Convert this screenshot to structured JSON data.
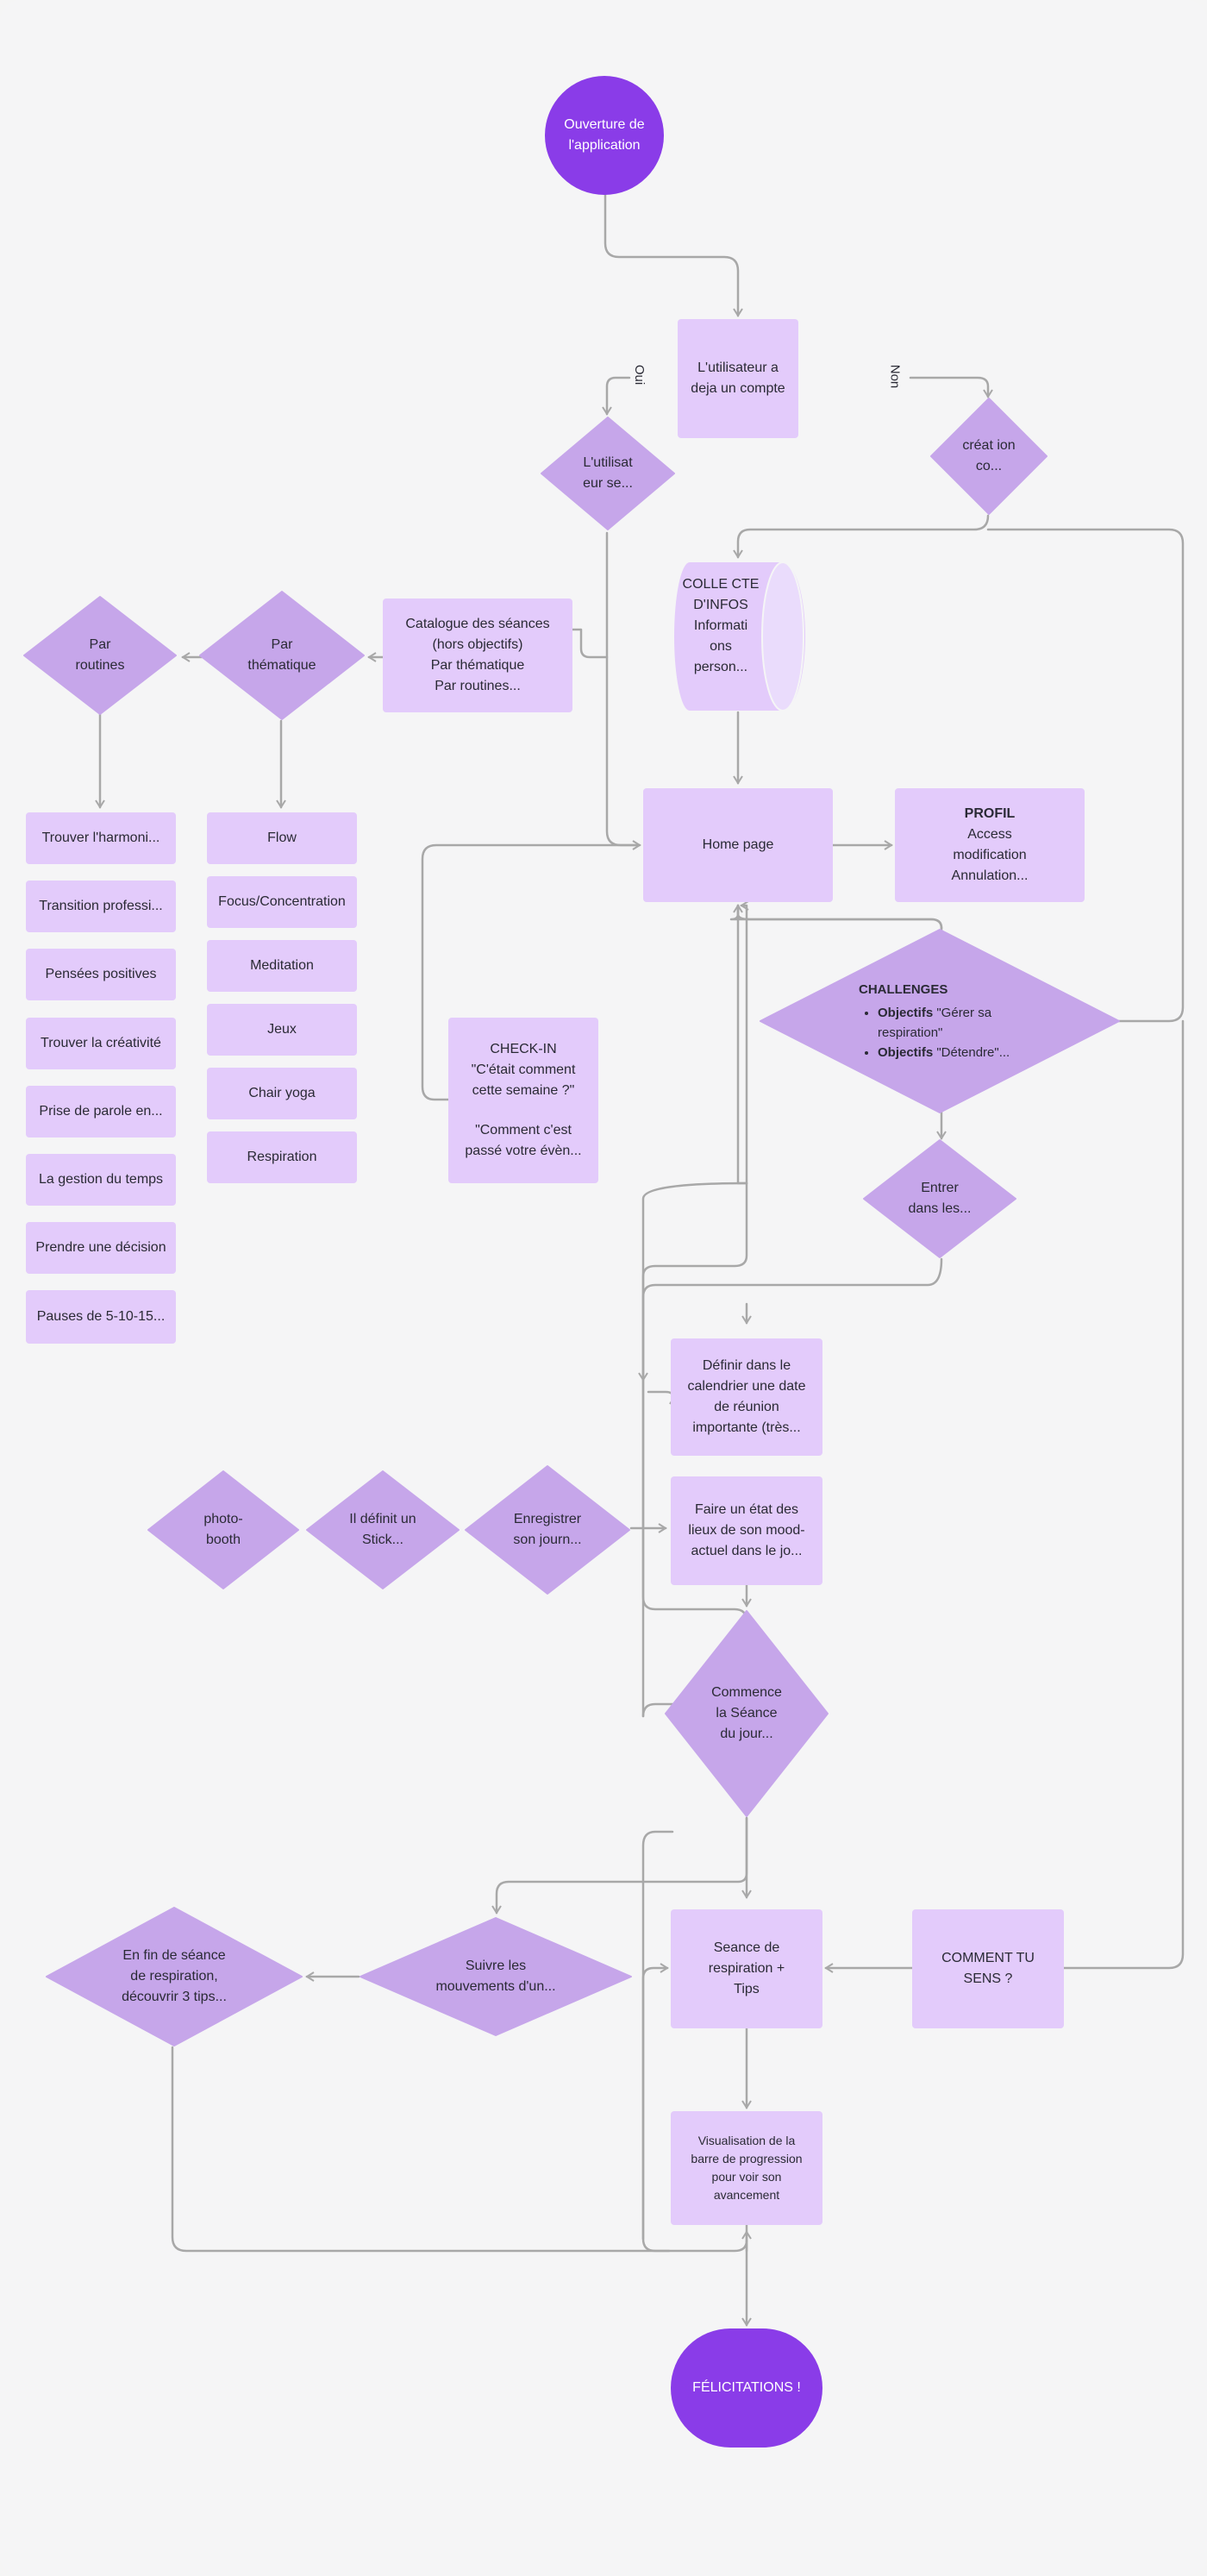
{
  "colors": {
    "node": "#e3cbfb",
    "diamond": "#c6a6ea",
    "accent": "#8a3ce8",
    "connector": "#a8a8a8",
    "background": "#f5f5f6"
  },
  "start": "Ouverture de l'application",
  "has_account": "L'utilisateur a deja un compte",
  "label_yes": "Oui",
  "label_no": "Non",
  "user_exists": "L'utilisat eur se...",
  "account_creation": "créat ion co...",
  "collect_info": "COLLE CTE D'INFOS Informati ons person...",
  "catalogue": {
    "line1": "Catalogue des séances",
    "line2": "(hors objectifs)",
    "line3": "Par thématique",
    "line4": "Par routines..."
  },
  "par_thematique": "Par thématique",
  "par_routines": "Par routines",
  "home": "Home page",
  "profil": {
    "title": "PROFIL",
    "line1": "Access",
    "line2": "modification",
    "line3": "Annulation..."
  },
  "challenges": {
    "title": "CHALLENGES",
    "items": [
      {
        "bold": "Objectifs",
        "rest": " \"Gérer sa respiration\""
      },
      {
        "bold": "Objectifs",
        "rest": " \"Détendre\"..."
      }
    ]
  },
  "enter_in": "Entrer dans les...",
  "checkin": {
    "title": "CHECK-IN",
    "q1": "\"C'était comment cette semaine ?\"",
    "q2": "\"Comment c'est passé votre évèn..."
  },
  "themes": [
    "Flow",
    "Focus/Concentration",
    "Meditation",
    "Jeux",
    "Chair yoga",
    "Respiration"
  ],
  "routines": [
    "Trouver l'harmoni...",
    "Transition professi...",
    "Pensées positives",
    "Trouver la créativité",
    "Prise de parole en...",
    "La gestion du temps",
    "Prendre une décision",
    "Pauses de 5-10-15..."
  ],
  "define_calendar": "Définir dans le calendrier une date de réunion importante (très...",
  "mood_state": "Faire un état des lieux de son mood-actuel dans le jo...",
  "photo_booth": "photo- booth",
  "sticker": "Il définit un Stick...",
  "save_journal": "Enregistrer son journ...",
  "start_session": "Commence la Séance du jour...",
  "breathing_session": "Seance de respiration + Tips",
  "how_feel": "COMMENT TU SENS ?",
  "follow_moves": "Suivre les mouvements d'un...",
  "end_session": "En fin de séance de respiration, découvrir 3 tips...",
  "progress": "Visualisation de la barre de progression pour voir son avancement",
  "congrats": "FÉLICITATIONS !"
}
